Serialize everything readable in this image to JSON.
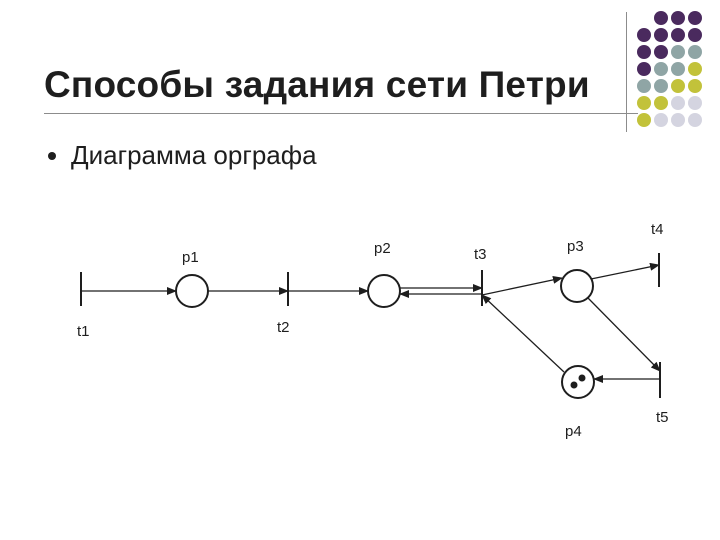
{
  "slide": {
    "title": "Способы задания сети Петри",
    "bullet": "Диаграмма орграфа"
  },
  "theme": {
    "purple": "#4a2a5e",
    "gray_teal": "#8fa5a5",
    "olive": "#c2c23a",
    "light_gray": "#d4d4e0"
  },
  "diagram": {
    "places": [
      {
        "id": "p1",
        "label": "p1",
        "tokens": 0
      },
      {
        "id": "p2",
        "label": "p2",
        "tokens": 0
      },
      {
        "id": "p3",
        "label": "p3",
        "tokens": 0
      },
      {
        "id": "p4",
        "label": "p4",
        "tokens": 2
      }
    ],
    "transitions": [
      {
        "id": "t1",
        "label": "t1"
      },
      {
        "id": "t2",
        "label": "t2"
      },
      {
        "id": "t3",
        "label": "t3"
      },
      {
        "id": "t4",
        "label": "t4"
      },
      {
        "id": "t5",
        "label": "t5"
      }
    ],
    "arcs": [
      {
        "from": "t1",
        "to": "p1"
      },
      {
        "from": "p1",
        "to": "t2"
      },
      {
        "from": "t2",
        "to": "p2"
      },
      {
        "from": "p2",
        "to": "t3"
      },
      {
        "from": "t3",
        "to": "p2"
      },
      {
        "from": "t3",
        "to": "p3"
      },
      {
        "from": "p3",
        "to": "t4"
      },
      {
        "from": "p3",
        "to": "t5"
      },
      {
        "from": "t5",
        "to": "p4"
      },
      {
        "from": "p4",
        "to": "t3"
      }
    ]
  }
}
